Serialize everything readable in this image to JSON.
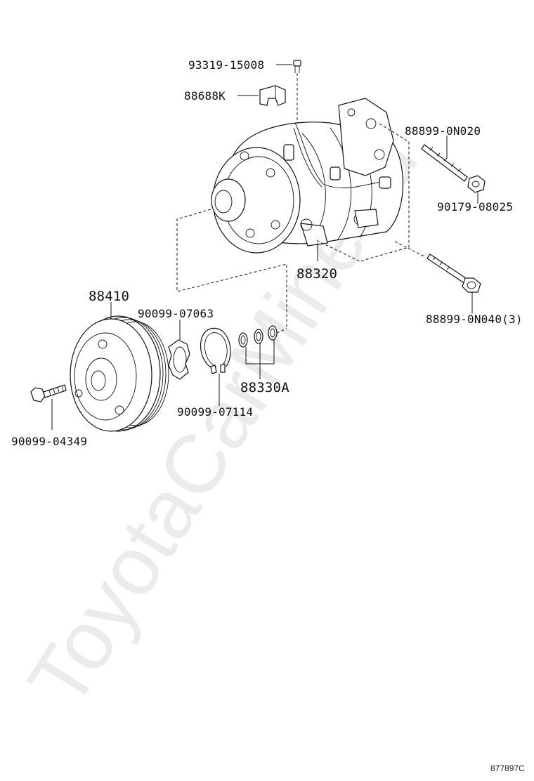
{
  "watermark": "ToyotaCarMine.ru",
  "drawing_id": "877897C",
  "parts": {
    "screw_top": "93319-15008",
    "bracket": "88688K",
    "stud_bolt": "88899-0N020",
    "nut": "90179-08025",
    "compressor": "88320",
    "bolt_long": "88899-0N040(3)",
    "pulley": "88410",
    "shim_ring": "90099-07063",
    "snap_ring": "90099-07114",
    "shims": "88330A",
    "center_bolt": "90099-04349"
  }
}
